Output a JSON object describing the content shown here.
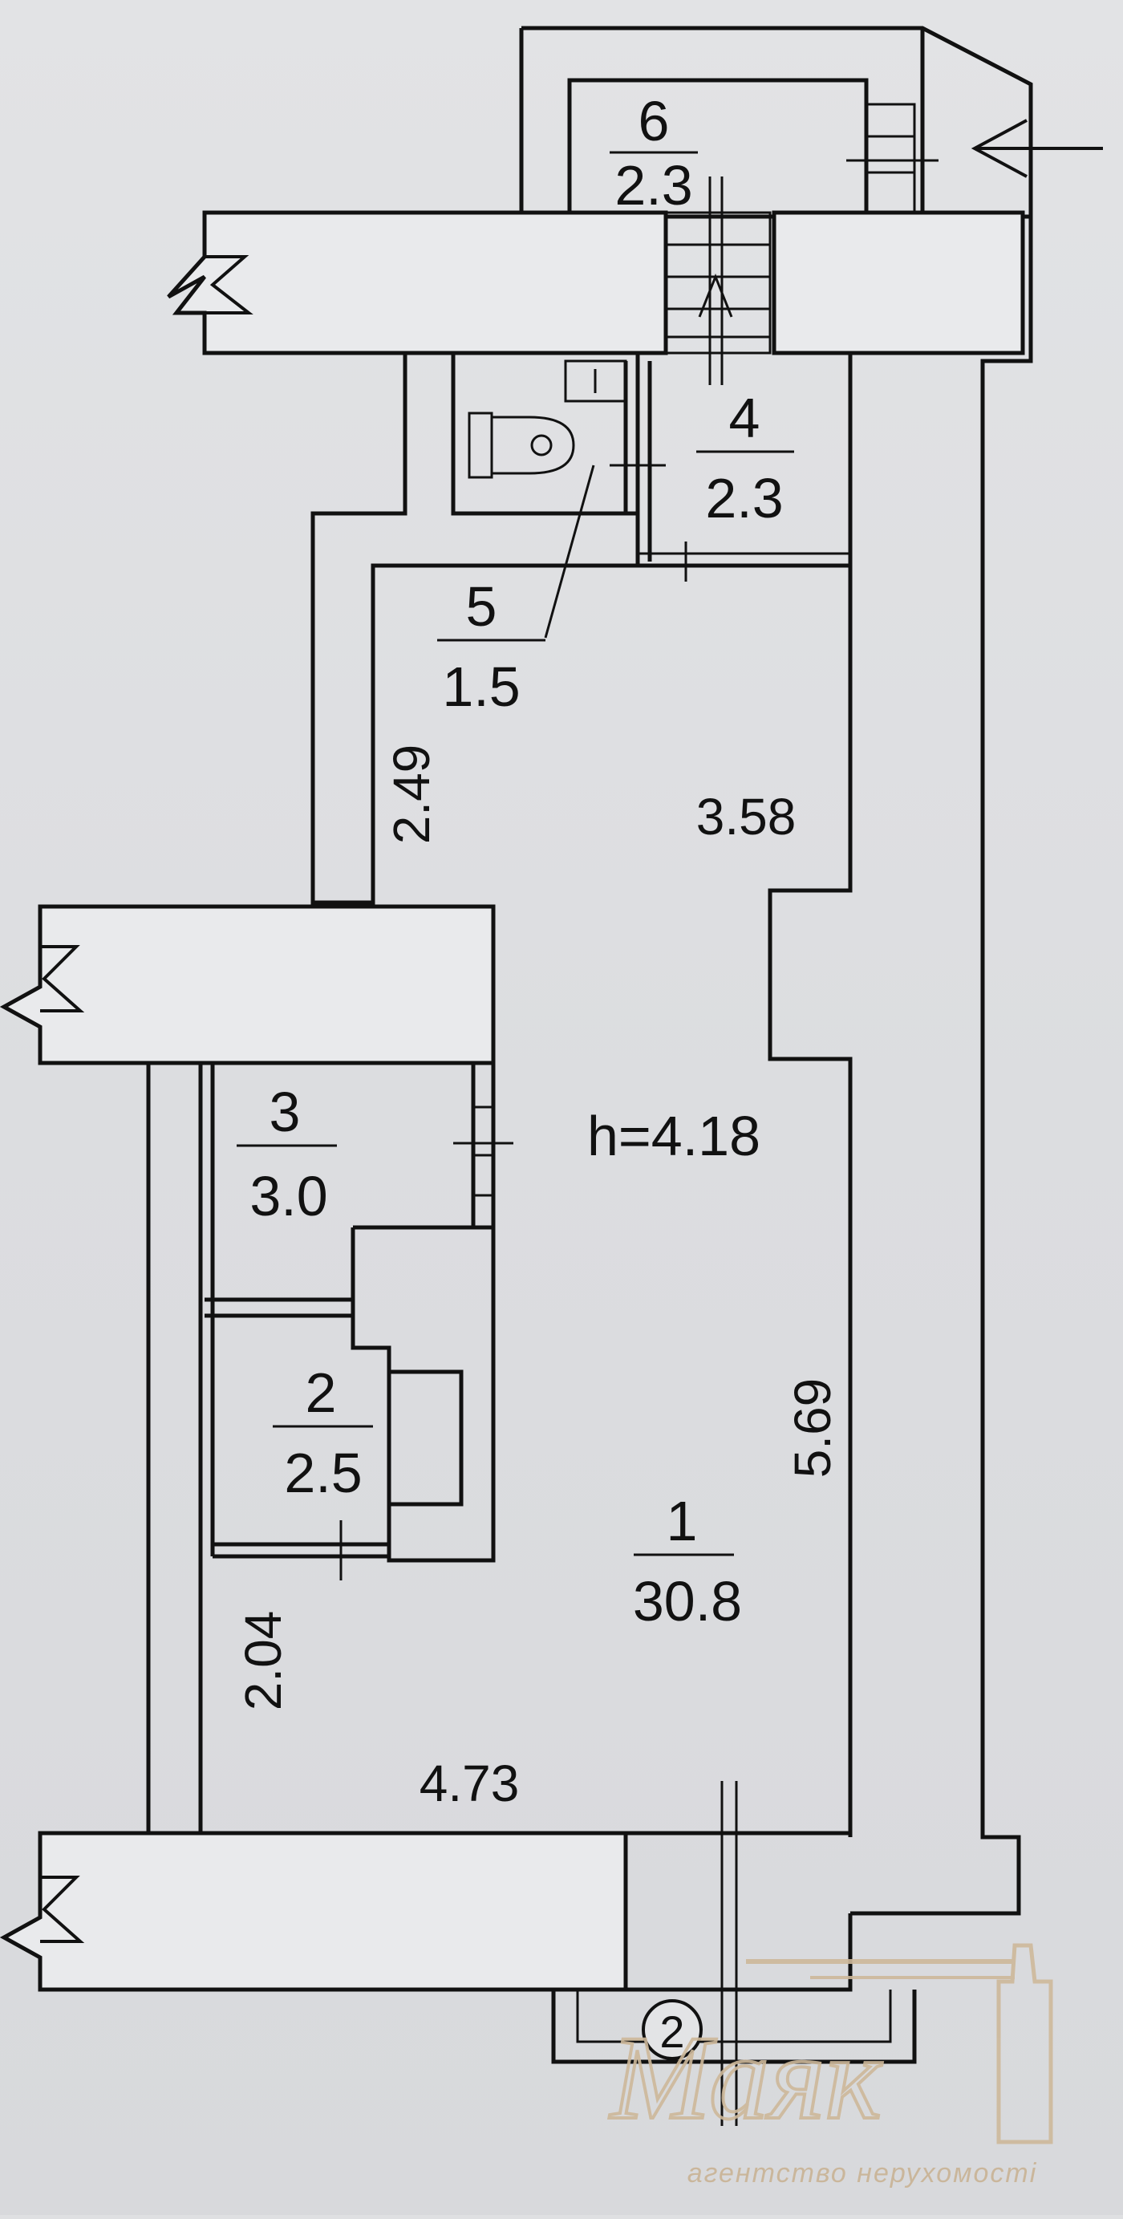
{
  "rooms": [
    {
      "number": "1",
      "area": "30.8"
    },
    {
      "number": "2",
      "area": "2.5"
    },
    {
      "number": "3",
      "area": "3.0"
    },
    {
      "number": "4",
      "area": "2.3"
    },
    {
      "number": "5",
      "area": "1.5"
    },
    {
      "number": "6",
      "area": "2.3"
    }
  ],
  "ceiling_height": "h=4.18",
  "dimensions": {
    "d_2_49": "2.49",
    "d_3_58": "3.58",
    "d_5_69": "5.69",
    "d_2_04": "2.04",
    "d_4_73": "4.73"
  },
  "marker": "2",
  "watermark": {
    "brand": "Маяк",
    "tagline": "агентство нерухомості"
  },
  "colors": {
    "ink": "#111111",
    "paper": "#dfe0e2",
    "watermark": "#cdb89a"
  }
}
